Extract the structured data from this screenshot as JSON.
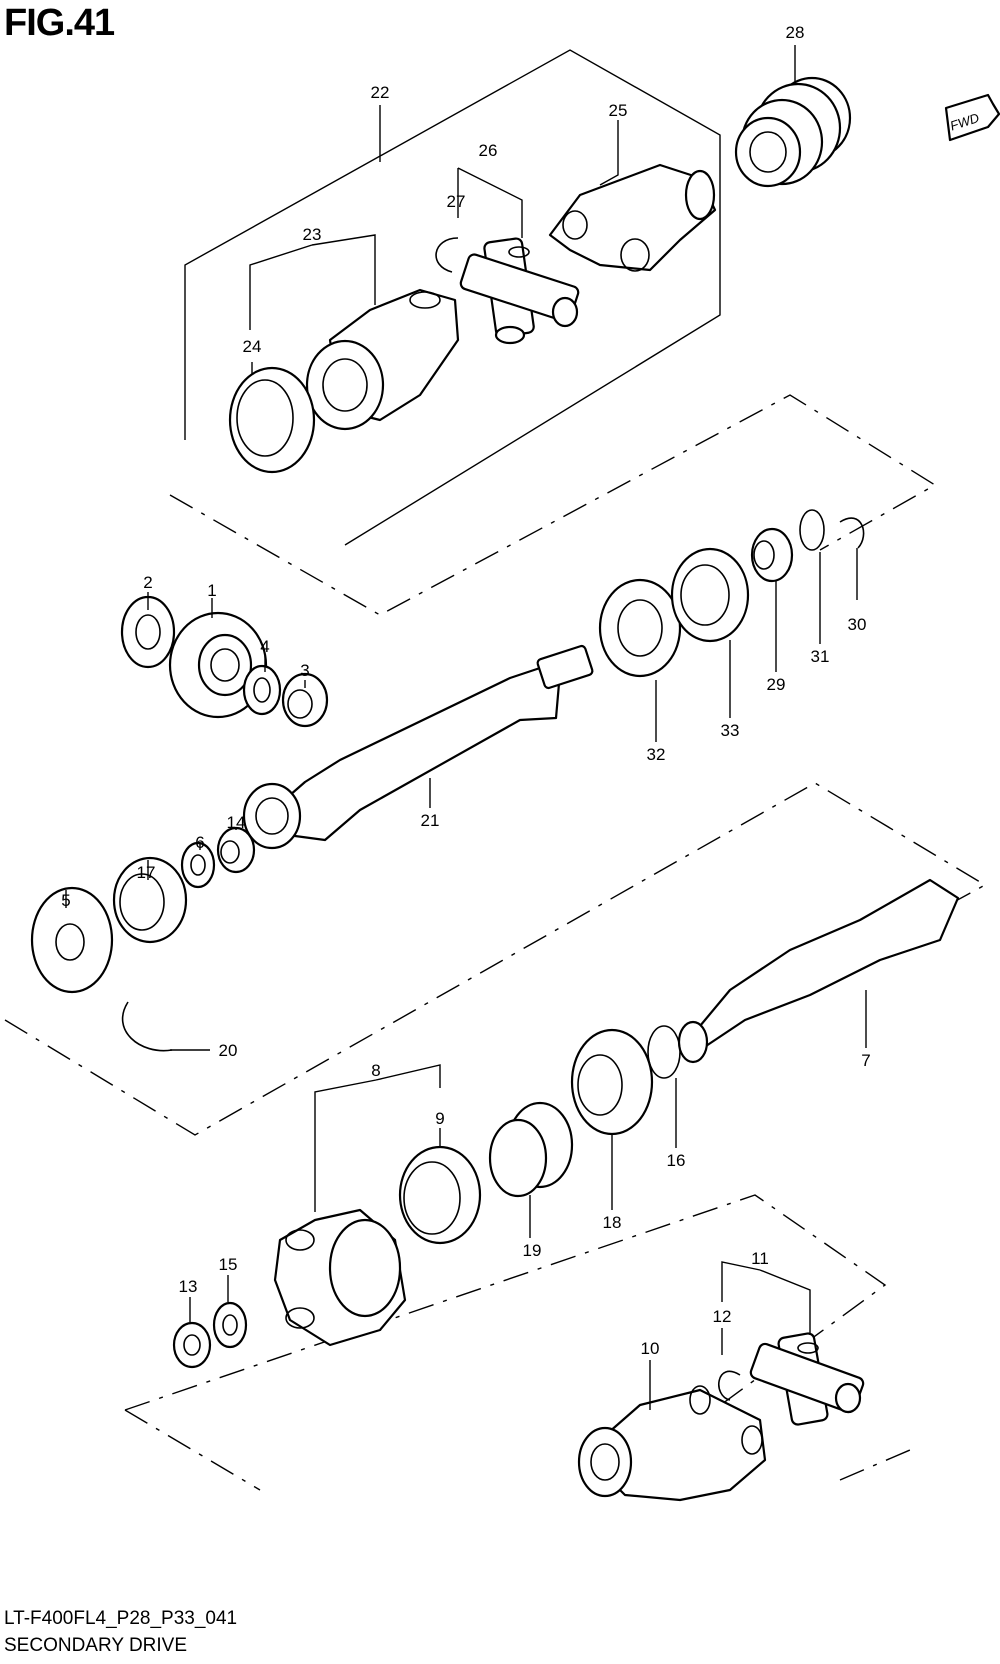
{
  "figure": {
    "title": "FIG.41",
    "fwd_label": "FWD",
    "footer_code": "LT-F400FL4_P28_P33_041",
    "footer_name": "SECONDARY DRIVE"
  },
  "callouts": [
    {
      "id": "c1",
      "label": "1"
    },
    {
      "id": "c2",
      "label": "2"
    },
    {
      "id": "c3",
      "label": "3"
    },
    {
      "id": "c4",
      "label": "4"
    },
    {
      "id": "c5",
      "label": "5"
    },
    {
      "id": "c6",
      "label": "6"
    },
    {
      "id": "c7",
      "label": "7"
    },
    {
      "id": "c8",
      "label": "8"
    },
    {
      "id": "c9",
      "label": "9"
    },
    {
      "id": "c10",
      "label": "10"
    },
    {
      "id": "c11",
      "label": "11"
    },
    {
      "id": "c12",
      "label": "12"
    },
    {
      "id": "c13",
      "label": "13"
    },
    {
      "id": "c14",
      "label": "14"
    },
    {
      "id": "c15",
      "label": "15"
    },
    {
      "id": "c16",
      "label": "16"
    },
    {
      "id": "c17",
      "label": "17"
    },
    {
      "id": "c18",
      "label": "18"
    },
    {
      "id": "c19",
      "label": "19"
    },
    {
      "id": "c20",
      "label": "20"
    },
    {
      "id": "c21",
      "label": "21"
    },
    {
      "id": "c22",
      "label": "22"
    },
    {
      "id": "c23",
      "label": "23"
    },
    {
      "id": "c24",
      "label": "24"
    },
    {
      "id": "c25",
      "label": "25"
    },
    {
      "id": "c26",
      "label": "26"
    },
    {
      "id": "c27",
      "label": "27"
    },
    {
      "id": "c28",
      "label": "28"
    },
    {
      "id": "c29",
      "label": "29"
    },
    {
      "id": "c30",
      "label": "30"
    },
    {
      "id": "c31",
      "label": "31"
    },
    {
      "id": "c32",
      "label": "32"
    },
    {
      "id": "c33",
      "label": "33"
    }
  ]
}
